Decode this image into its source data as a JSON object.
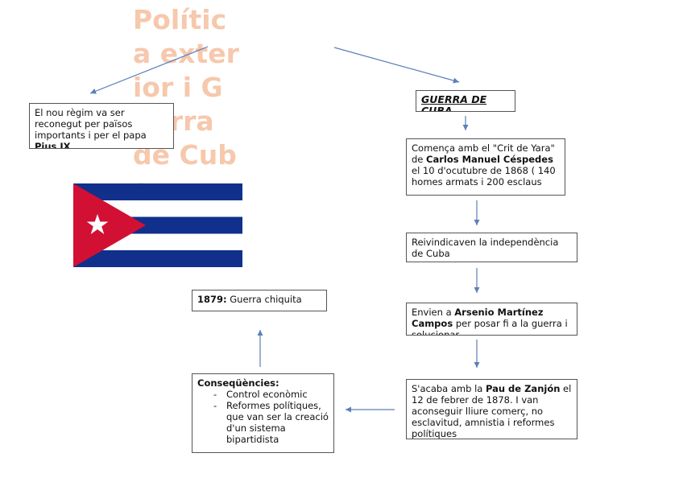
{
  "title": "Política exterior i Guerra de Cuba",
  "recognition": {
    "text": "El nou règim va ser reconegut per països importants i per el papa ",
    "bold": "Pius IX"
  },
  "war_title": "GUERRA DE CUBA",
  "crit": {
    "t1": "Comença amb el \"Crit de Yara\" de ",
    "bold": "Carlos Manuel Céspedes",
    "t2": " el 10 d'ocutubre de 1868 ( 140 homes armats i 200 esclaus"
  },
  "independence": "Reivindicaven la independència de Cuba",
  "campos": {
    "t1": "Envien a ",
    "bold": "Arsenio Martínez Campos",
    "t2": " per posar fi a la guerra i solucionar"
  },
  "zanjon": {
    "t1": "S'acaba amb la ",
    "bold": "Pau de Zanjón",
    "t2": " el 12 de febrer de 1878. I van aconseguir lliure comerç, no esclavitud, amnistia i reformes polítiques"
  },
  "chiquita": {
    "bold": "1879:",
    "text": " Guerra chiquita"
  },
  "consequences": {
    "heading": "Conseqüències:",
    "items": [
      "Control econòmic",
      "Reformes polítiques, que van ser la creació d'un sistema bipartidista"
    ]
  },
  "colors": {
    "title": "#f6c8ac",
    "arrow": "#5b7fb8",
    "flag_blue": "#10308c",
    "flag_red": "#d21034",
    "flag_white": "#ffffff"
  }
}
